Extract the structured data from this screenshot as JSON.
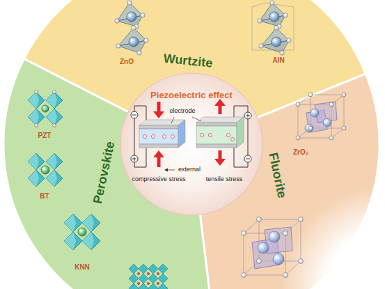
{
  "diagram": {
    "nodes": [
      {
        "text": [
          "Wurtzite"
        ]
      },
      {
        "text": [
          "ZnO"
        ],
        "in": 0
      },
      {
        "text": [
          "AlN"
        ],
        "in": 0
      },
      {
        "text": [
          "Fluorite"
        ]
      },
      {
        "text": [
          "ZrO₂"
        ],
        "in": 3
      },
      {
        "text": [
          "Perovskite"
        ]
      },
      {
        "text": [
          "PZT"
        ],
        "in": 5
      },
      {
        "text": [
          "BT"
        ],
        "in": 5
      },
      {
        "text": [
          "KNN"
        ],
        "in": 5
      },
      {
        "text": [
          "Piezoelectric effect"
        ]
      }
    ],
    "labels": [
      "electrode",
      "external",
      "compressive stress",
      "tensile stress"
    ]
  }
}
